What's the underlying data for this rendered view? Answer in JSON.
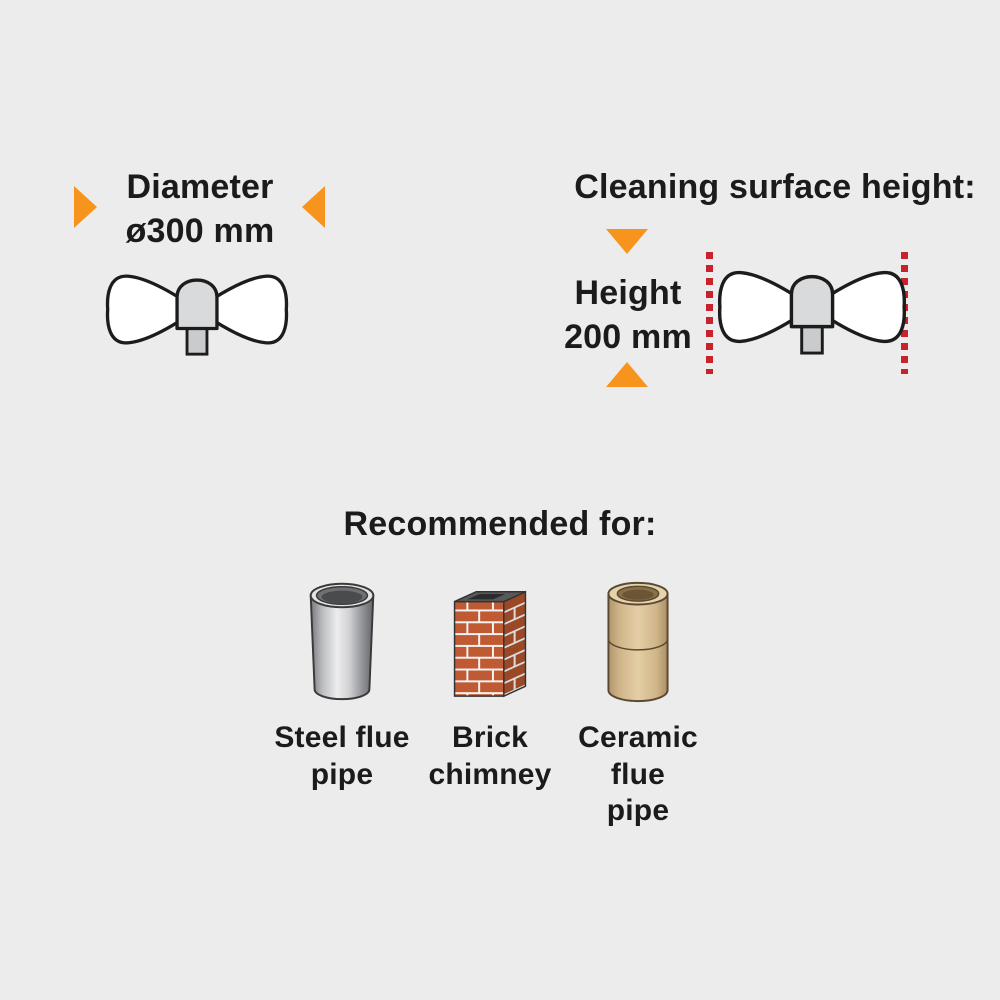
{
  "background_color": "#ececec",
  "colors": {
    "accent_orange": "#f7941d",
    "dot_red": "#c8232c",
    "text": "#1b1b1b",
    "brush_cap_gray": "#d9dadb",
    "steel_gray": "#b9bbbd",
    "brick_orange": "#c05a33",
    "ceramic_tan": "#d8bd93"
  },
  "diameter_section": {
    "label_line1": "Diameter",
    "label_line2": "ø300 mm"
  },
  "height_section": {
    "title": "Cleaning surface height:",
    "label_line1": "Height",
    "label_line2": "200 mm"
  },
  "recommended_section": {
    "title": "Recommended for:",
    "items": [
      {
        "label_line1": "Steel flue",
        "label_line2": "pipe"
      },
      {
        "label_line1": "Brick",
        "label_line2": "chimney"
      },
      {
        "label_line1": "Ceramic flue",
        "label_line2": "pipe"
      }
    ]
  },
  "icons": {
    "brush": "chimney-brush",
    "steel": "steel-flue-pipe",
    "brick": "brick-chimney",
    "ceramic": "ceramic-flue-pipe"
  }
}
